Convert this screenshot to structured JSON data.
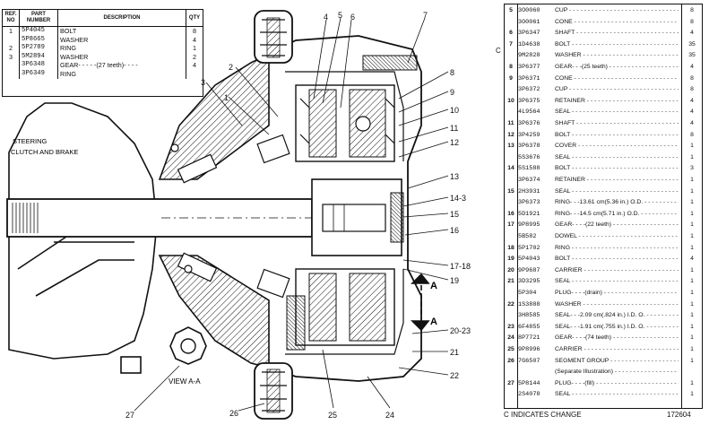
{
  "left_table": {
    "headers": {
      "ref": "REF. NO",
      "part": "PART NUMBER",
      "desc": "DESCRIPTION",
      "qty": "QTY"
    },
    "rows": [
      {
        "ref": "1",
        "pn": "5P4045",
        "desc": "BOLT",
        "qty": "8"
      },
      {
        "ref": "",
        "pn": "5P8665",
        "desc": "WASHER",
        "qty": "4"
      },
      {
        "ref": "2",
        "pn": "5P2789",
        "desc": "RING",
        "qty": "1"
      },
      {
        "ref": "3",
        "pn": "5M2894",
        "desc": "WASHER",
        "qty": "2"
      },
      {
        "ref": "",
        "pn": "3P6348",
        "desc": "GEAR- - - - -(27 teeth)- - - -",
        "qty": "4"
      },
      {
        "ref": "",
        "pn": "3P6349",
        "desc": "RING",
        "qty": ""
      }
    ]
  },
  "right_table": {
    "rows": [
      {
        "ref": "5",
        "pn": "3O0060",
        "desc": "CUP",
        "qty": "8"
      },
      {
        "ref": "",
        "pn": "3O0061",
        "desc": "CONE",
        "qty": "8"
      },
      {
        "ref": "6",
        "pn": "3P6347",
        "desc": "SHAFT",
        "qty": "4"
      },
      {
        "ref": "7",
        "pn": "1D4638",
        "desc": "BOLT",
        "qty": "35"
      },
      {
        "ref": "",
        "pn": "9M2828",
        "desc": "WASHER",
        "qty": "35"
      },
      {
        "ref": "8",
        "pn": "3P6377",
        "desc": "GEAR- - -(25 teeth)",
        "qty": "4"
      },
      {
        "ref": "9",
        "pn": "3P6371",
        "desc": "CONE",
        "qty": "8"
      },
      {
        "ref": "",
        "pn": "3P6372",
        "desc": "CUP",
        "qty": "8"
      },
      {
        "ref": "10",
        "pn": "3P6375",
        "desc": "RETAINER",
        "qty": "4"
      },
      {
        "ref": "",
        "pn": "4L9564",
        "desc": "SEAL",
        "qty": "4"
      },
      {
        "ref": "11",
        "pn": "3P6376",
        "desc": "SHAFT",
        "qty": "4"
      },
      {
        "ref": "12",
        "pn": "3P4259",
        "desc": "BOLT",
        "qty": "8"
      },
      {
        "ref": "13",
        "pn": "3P6378",
        "desc": "COVER",
        "qty": "1"
      },
      {
        "ref": "",
        "pn": "5S3676",
        "desc": "SEAL",
        "qty": "1"
      },
      {
        "ref": "14",
        "pn": "5S1588",
        "desc": "BOLT",
        "qty": "3"
      },
      {
        "ref": "",
        "pn": "3P6374",
        "desc": "RETAINER",
        "qty": "1"
      },
      {
        "ref": "15",
        "pn": "2H3931",
        "desc": "SEAL",
        "qty": "1"
      },
      {
        "ref": "",
        "pn": "3P6373",
        "desc": "RING- - -13.61 cm(5.36 in.) O.D.",
        "qty": "1"
      },
      {
        "ref": "16",
        "pn": "5D1921",
        "desc": "RING- - -14.5 cm(5.71 in.) O.D.",
        "qty": "1"
      },
      {
        "ref": "17",
        "pn": "9P8995",
        "desc": "GEAR- - - -(22 teeth)",
        "qty": "1"
      },
      {
        "ref": "",
        "pn": "5B582",
        "desc": "DOWEL",
        "qty": "1"
      },
      {
        "ref": "18",
        "pn": "5P1702",
        "desc": "RING",
        "qty": "1"
      },
      {
        "ref": "19",
        "pn": "5P4043",
        "desc": "BOLT",
        "qty": "4"
      },
      {
        "ref": "20",
        "pn": "9P9687",
        "desc": "CARRIER",
        "qty": "1"
      },
      {
        "ref": "21",
        "pn": "3D3295",
        "desc": "SEAL",
        "qty": "1"
      },
      {
        "ref": "",
        "pn": "5P304",
        "desc": "PLUG- - - -(drain)",
        "qty": "1"
      },
      {
        "ref": "22",
        "pn": "1S3888",
        "desc": "WASHER",
        "qty": "1"
      },
      {
        "ref": "",
        "pn": "3H8585",
        "desc": "SEAL- - -2.09 cm(.824 in.) I.D. O.",
        "qty": "1"
      },
      {
        "ref": "23",
        "pn": "6F4855",
        "desc": "SEAL- - -1.91 cm(.755 in.) I.D. O.",
        "qty": "1"
      },
      {
        "ref": "24",
        "pn": "8P7721",
        "desc": "GEAR- - - -(74 teeth)",
        "qty": "1"
      },
      {
        "ref": "25",
        "pn": "9P8996",
        "desc": "CARRIER",
        "qty": "1"
      },
      {
        "ref": "26",
        "pn": "7G6507",
        "desc": "SEGMENT GROUP",
        "qty": "1"
      },
      {
        "ref": "",
        "pn": "",
        "desc": "(Separate Illustration)",
        "qty": ""
      },
      {
        "ref": "27",
        "pn": "5P8144",
        "desc": "PLUG- - - -(fill)",
        "qty": "1"
      },
      {
        "ref": "",
        "pn": "2S4078",
        "desc": "SEAL",
        "qty": "1"
      }
    ]
  },
  "change_marker": "C",
  "change_note": "C INDICATES CHANGE",
  "drawing_number": "172604",
  "diagram": {
    "steering_label_1": "STEERING",
    "steering_label_2": "CLUTCH AND BRAKE",
    "view_label": "VIEW A-A",
    "section_letter": "A",
    "callouts": [
      "1",
      "2",
      "3",
      "4",
      "5",
      "6",
      "7",
      "8",
      "9",
      "10",
      "11",
      "12",
      "13",
      "14-3",
      "15",
      "16",
      "17-18",
      "19",
      "20-23",
      "21",
      "22",
      "24",
      "25",
      "26",
      "27"
    ]
  }
}
